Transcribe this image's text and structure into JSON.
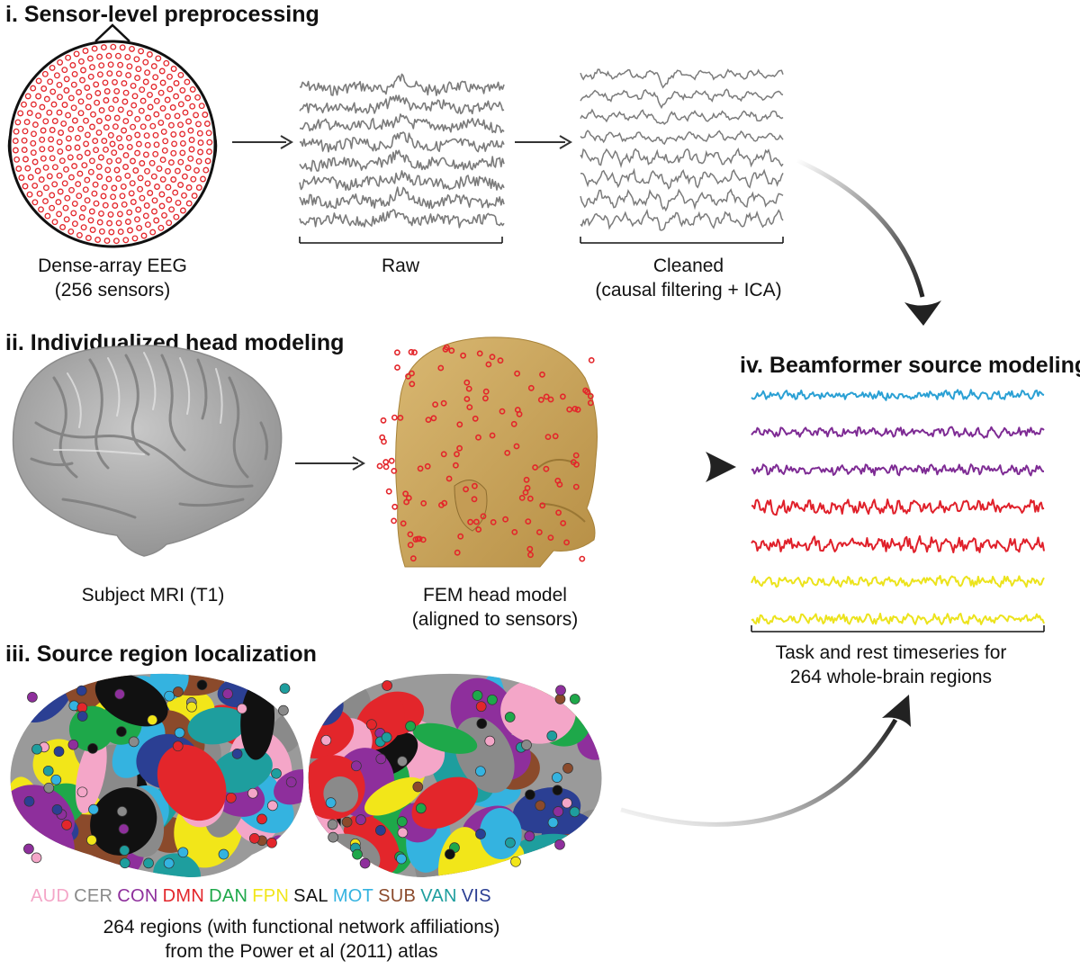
{
  "sections": {
    "preprocessing": {
      "title": "i. Sensor-level preprocessing",
      "eeg_caption_1": "Dense-array EEG",
      "eeg_caption_2": "(256 sensors)",
      "raw_caption": "Raw",
      "clean_caption_1": "Cleaned",
      "clean_caption_2": "(causal filtering + ICA)"
    },
    "head_modeling": {
      "title": "ii. Individualized head modeling",
      "mri_caption": "Subject MRI (T1)",
      "fem_caption_1": "FEM head model",
      "fem_caption_2": "(aligned to sensors)"
    },
    "localization": {
      "title": "iii. Source region localization",
      "caption_1": "264 regions (with functional network affiliations)",
      "caption_2": "from the Power et al (2011) atlas"
    },
    "beamformer": {
      "title": "iv. Beamformer source modeling",
      "caption_1": "Task and rest timeseries for",
      "caption_2": "264 whole-brain regions"
    }
  },
  "networks": [
    {
      "label": "AUD",
      "color": "#f4a6c8"
    },
    {
      "label": "CER",
      "color": "#8a8a8a"
    },
    {
      "label": "CON",
      "color": "#8e2f9c"
    },
    {
      "label": "DMN",
      "color": "#e3262b"
    },
    {
      "label": "DAN",
      "color": "#1ea84a"
    },
    {
      "label": "FPN",
      "color": "#f2e619"
    },
    {
      "label": "SAL",
      "color": "#111111"
    },
    {
      "label": "MOT",
      "color": "#34b3e0"
    },
    {
      "label": "SUB",
      "color": "#8b4a2b"
    },
    {
      "label": "VAN",
      "color": "#1e9e9e"
    },
    {
      "label": "VIS",
      "color": "#2b3f93"
    }
  ],
  "source_trace_colors": [
    "#2aa0d4",
    "#7e2b94",
    "#7e2b94",
    "#e0202a",
    "#e0202a",
    "#ece31c",
    "#ece31c"
  ],
  "colors": {
    "sensor": "#e3262b",
    "eeg_trace": "#7b7b7b",
    "brain": "#a9a9a9",
    "head_model": "#c9a45c"
  }
}
